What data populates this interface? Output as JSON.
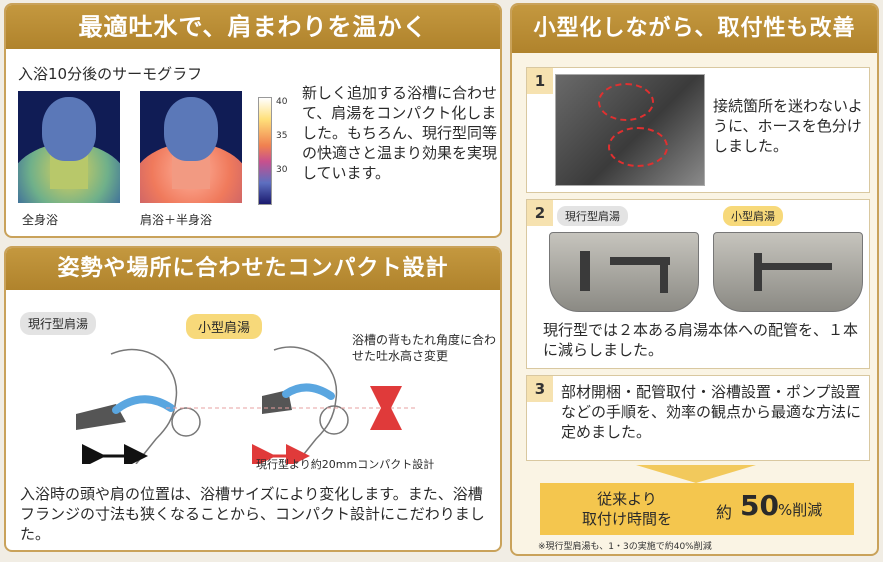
{
  "panelA": {
    "title": "最適吐水で、肩まわりを温かく",
    "thermo_label": "入浴10分後のサーモグラフ",
    "caption1": "全身浴",
    "caption2": "肩浴＋半身浴",
    "scale_ticks": [
      "40",
      "35",
      "30"
    ],
    "text": "新しく追加する浴槽に合わせて、肩湯をコンパクト化しました。もちろん、現行型同等の快適さと温まり効果を実現しています。"
  },
  "panelB": {
    "title": "姿勢や場所に合わせたコンパクト設計",
    "tag_current": "現行型肩湯",
    "tag_small": "小型肩湯",
    "note": "浴槽の背もたれ角度に合わせた吐水高さ変更",
    "foot": "現行型より約20mmコンパクト設計",
    "text": "入浴時の頭や肩の位置は、浴槽サイズにより変化します。また、浴槽フランジの寸法も狭くなることから、コンパクト設計にこだわりました。"
  },
  "panelC": {
    "title": "小型化しながら、取付性も改善",
    "step1": {
      "num": "1",
      "text": "接続箇所を迷わないように、ホースを色分けしました。"
    },
    "step2": {
      "num": "2",
      "tag1": "現行型肩湯",
      "tag2": "小型肩湯",
      "text": "現行型では２本ある肩湯本体への配管を、１本に減らしました。"
    },
    "step3": {
      "num": "3",
      "text": "部材開梱・配管取付・浴槽設置・ポンプ設置などの手順を、効率の観点から最適な方法に定めました。"
    },
    "result_line1": "従来より",
    "result_line2": "取付け時間を",
    "result_pre": "約",
    "result_num": "50",
    "result_suf": "%削減",
    "footnote": "※現行型肩湯も、1・3の実施で約40%削減"
  }
}
